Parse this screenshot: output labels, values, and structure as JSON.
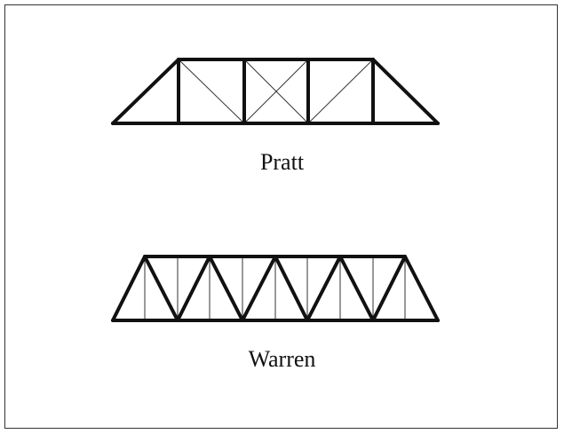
{
  "diagram": {
    "trusses": [
      {
        "id": "pratt",
        "label": "Pratt"
      },
      {
        "id": "warren",
        "label": "Warren"
      }
    ],
    "colors": {
      "stroke": "#111111",
      "frame": "#333333",
      "background": "#ffffff"
    }
  }
}
